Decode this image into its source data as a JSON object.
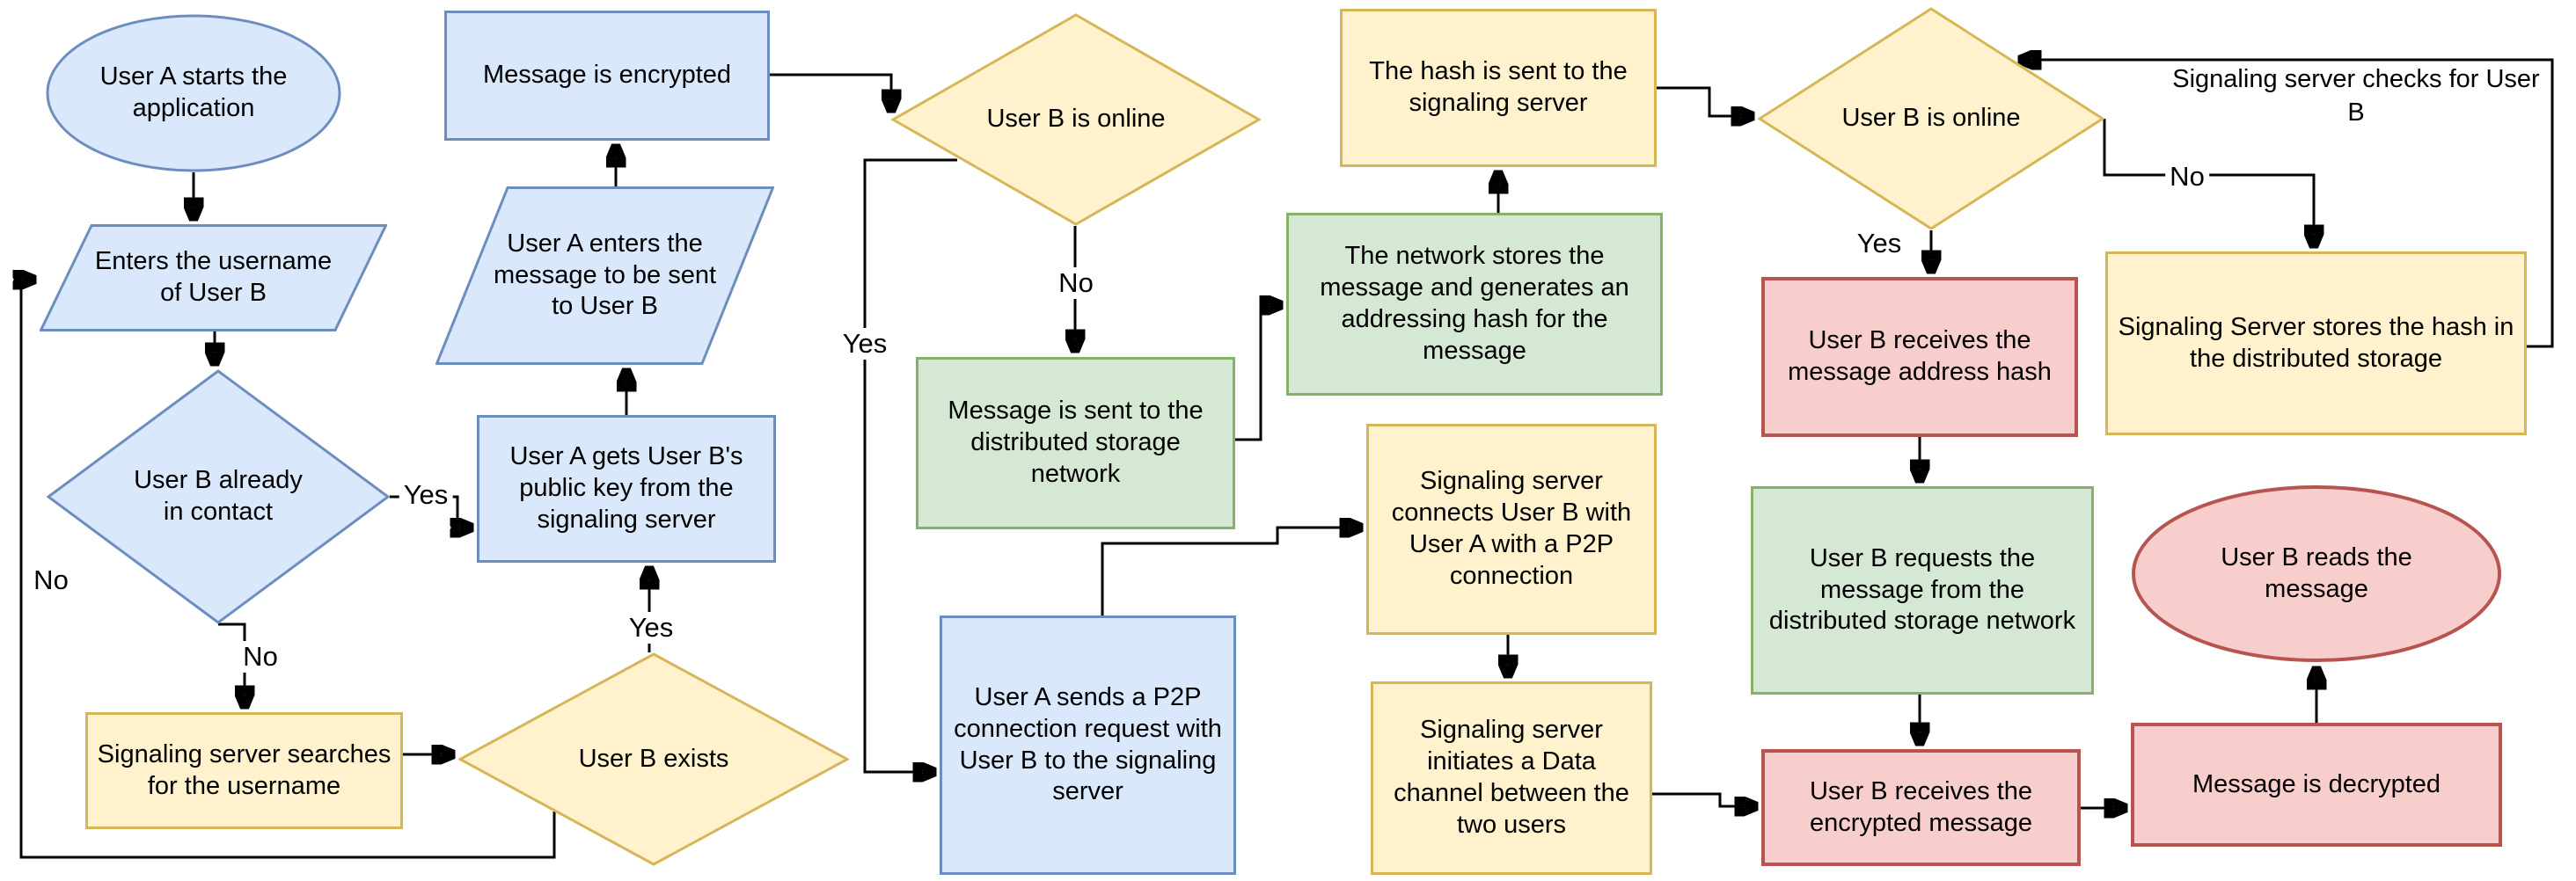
{
  "colors": {
    "blue_fill": "#dae8fc",
    "blue_stroke": "#6c8ebf",
    "yellow_fill": "#fff2cc",
    "yellow_stroke": "#d6b656",
    "green_fill": "#d5e8d4",
    "green_stroke": "#82b366",
    "red_fill": "#f8cecc",
    "red_stroke": "#b85450",
    "edge": "#000000",
    "background": "#ffffff"
  },
  "nodes": {
    "start": "User A starts the application",
    "enter_username": "Enters the username of User B",
    "already_contact": "User B already in contact",
    "search_username": "Signaling server searches for the username",
    "message_encrypted": "Message is encrypted",
    "enter_message": "User A enters the message to be sent to User B",
    "get_public_key": "User A gets User B's public key from the signaling server",
    "user_b_exists": "User B exists",
    "user_b_online_1": "User B is online",
    "sent_to_storage": "Message is sent to the distributed storage network",
    "p2p_request": "User A sends a P2P connection request with User B to the signaling server",
    "hash_sent": "The hash is sent to the signaling server",
    "network_stores": "The network stores the message and generates an addressing hash for the message",
    "server_connects": "Signaling server connects User B with User A with a P2P connection",
    "server_initiates": "Signaling server initiates a Data channel between the two users",
    "user_b_online_2": "User B is online",
    "receives_hash": "User B receives the message address hash",
    "requests_message": "User B requests the message from the distributed storage network",
    "receives_encrypted": "User B receives the encrypted message",
    "stores_hash": "Signaling Server stores the hash in the distributed storage",
    "reads_message": "User B reads the message",
    "message_decrypted": "Message is decrypted"
  },
  "edge_labels": {
    "contact_yes": "Yes",
    "contact_no": "No",
    "exists_yes": "Yes",
    "exists_no": "No",
    "online1_yes": "Yes",
    "online1_no": "No",
    "online2_yes": "Yes",
    "online2_no": "No"
  },
  "annotations": {
    "server_checks": "Signaling server checks for User B"
  }
}
